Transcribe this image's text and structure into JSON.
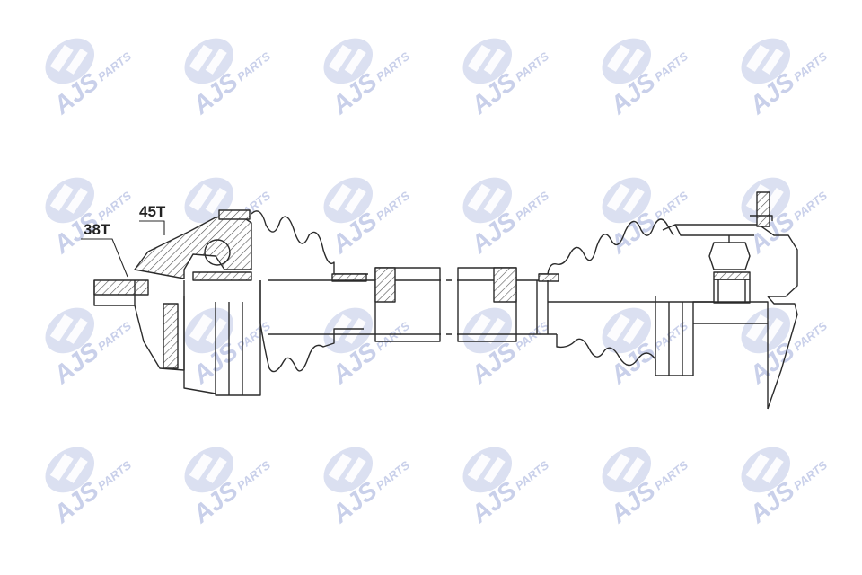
{
  "watermark": {
    "brand": "AJS",
    "suffix": "PARTS",
    "color": "#c9d0ea",
    "icon": "ajs-parts-logo"
  },
  "diagram": {
    "part": "drive-shaft",
    "labels": {
      "outer_teeth": "38T",
      "inner_teeth": "45T"
    },
    "line_color": "#2b2b2b",
    "hatch_color": "#555555"
  }
}
